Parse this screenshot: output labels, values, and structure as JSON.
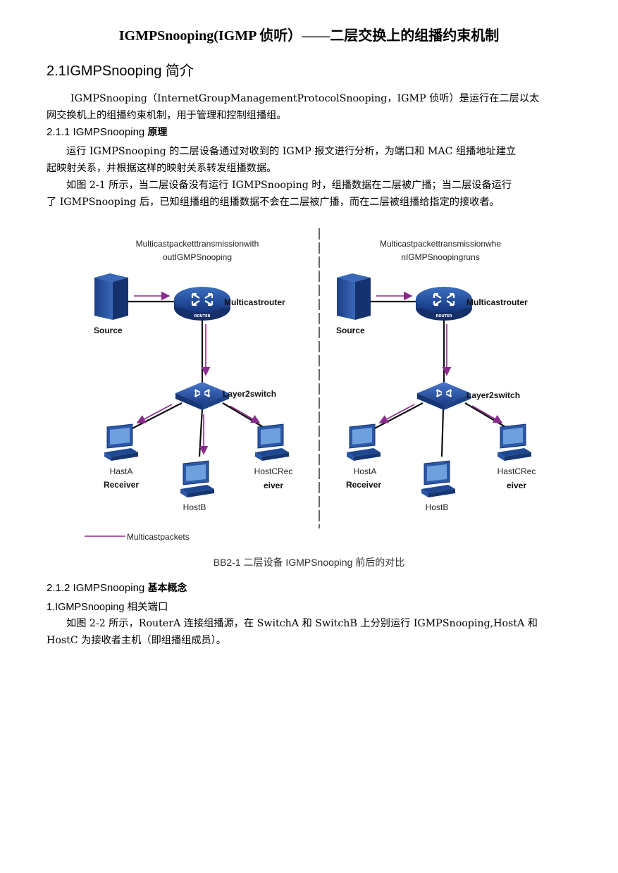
{
  "title": "IGMPSnooping(IGMP 侦听）——二层交换上的组播约束机制",
  "section_2_1": {
    "heading": "2.1IGMPSnooping 简介",
    "intro_line1": "IGMPSnooping（InternetGroupManagementProtocolSnooping，IGMP 侦听）是运行在二层以太",
    "intro_line2": "网交换机上的组播约束机制，用于管理和控制组播组。"
  },
  "section_2_1_1": {
    "heading_num": "2.1.1  IGMPSnooping ",
    "heading_bold": "原理",
    "p1_line1": "运行 IGMPSnooping 的二层设备通过对收到的 IGMP 报文进行分析，为端口和 MAC 组播地址建立",
    "p1_line2": "起映射关系，并根据这样的映射关系转发组播数据。",
    "p2_line1": "如图 2-1 所示，当二层设备没有运行 IGMPSnooping 时，组播数据在二层被广播；当二层设备运行",
    "p2_line2": "了 IGMPSnooping 后，已知组播组的组播数据不会在二层被广播，而在二层被组播给指定的接收者。"
  },
  "diagram": {
    "left_title_line1": "Multicastpacketttransmissionwith",
    "left_title_line2": "outIGMPSnooping",
    "right_title_line1": "Multicastpackettransmissionwhe",
    "right_title_line2": "nIGMPSnoopingruns",
    "source": "Source",
    "router": "Multicastrouter",
    "router_tag": "ROUTER",
    "switch": "Layer2switch",
    "hostA": "HastA",
    "hostA_right": "HostA",
    "receiver": "Receiver",
    "hostB": "HostB",
    "hostC_line1": "HostCRec",
    "hostC_line1_right": "HastCRec",
    "hostC_line2": "eiver",
    "legend": "Multicastpackets",
    "arrow_color": "#8b2a8e"
  },
  "caption": "BB2-1 二层设备 IGMPSnooping 前后的对比",
  "section_2_1_2": {
    "heading_num": "2.1.2  IGMPSnooping ",
    "heading_bold": "基本概念",
    "sub": "1.IGMPSnooping 相关端口",
    "p_line1": "如图 2-2 所示，RouterA 连接组播源，在 SwitchA 和 SwitchB 上分别运行 IGMPSnooping,HostA 和",
    "p_line2": "HostC 为接收者主机（即组播组成员）。"
  }
}
